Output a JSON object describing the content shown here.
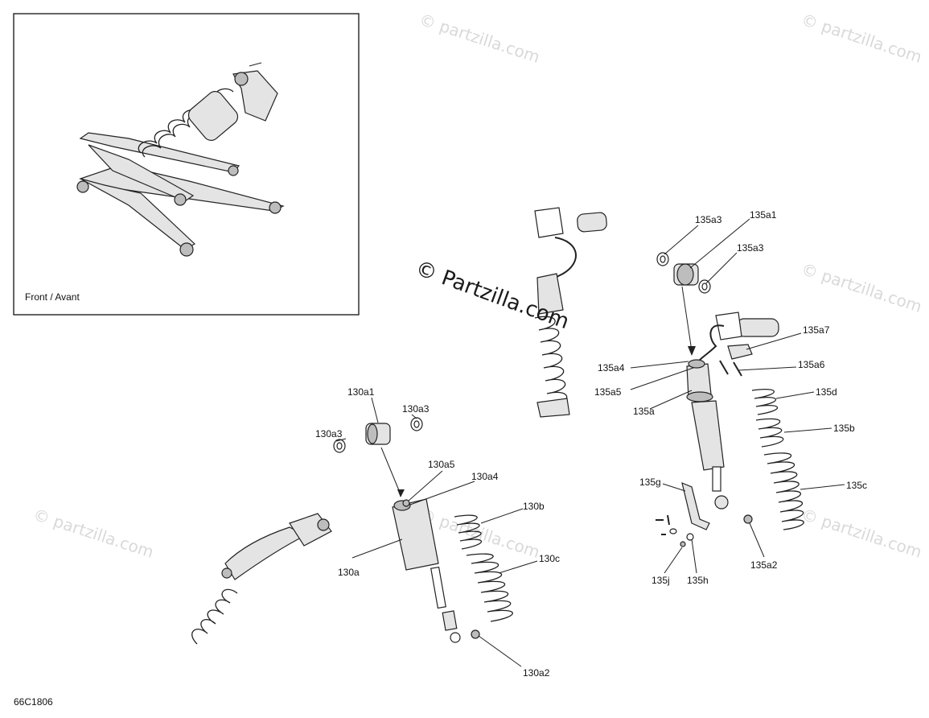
{
  "diagram": {
    "inset_caption": "Front / Avant",
    "figure_code": "66C1806",
    "watermark_center": "© Partzilla.com",
    "watermark_faint": "© partzilla.com",
    "callouts": {
      "c130a1": "130a1",
      "c130a3_left": "130a3",
      "c130a3_right": "130a3",
      "c130a5": "130a5",
      "c130a4": "130a4",
      "c130a": "130a",
      "c130b": "130b",
      "c130c": "130c",
      "c130a2": "130a2",
      "c135a3_top": "135a3",
      "c135a1": "135a1",
      "c135a3_right": "135a3",
      "c135a7": "135a7",
      "c135a4": "135a4",
      "c135a6": "135a6",
      "c135a5": "135a5",
      "c135d": "135d",
      "c135a": "135a",
      "c135b": "135b",
      "c135c": "135c",
      "c135g": "135g",
      "c135a2": "135a2",
      "c135j": "135j",
      "c135h": "135h"
    }
  }
}
